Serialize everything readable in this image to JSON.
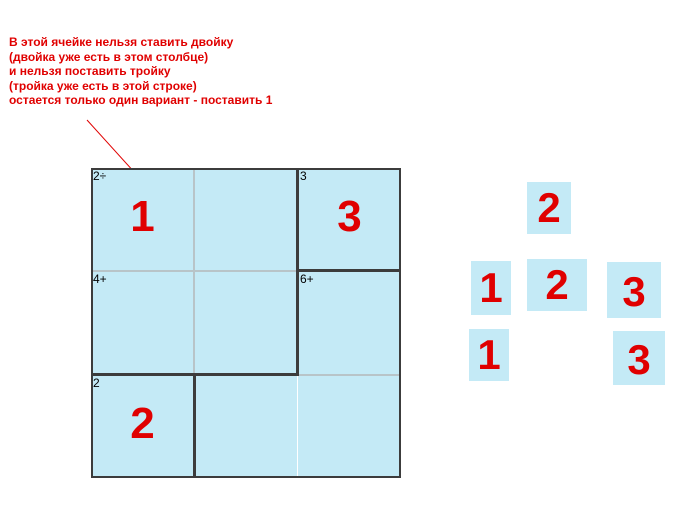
{
  "annotation": {
    "lines": [
      "В этой ячейке нельзя ставить двойку",
      "(двойка уже есть в этом столбце)",
      "и нельзя поставить тройку",
      "(тройка уже есть в этой строке)",
      "остается только один вариант - поставить 1"
    ]
  },
  "grid": {
    "cells": [
      {
        "clue": "2÷",
        "value": "1"
      },
      {
        "clue": "",
        "value": ""
      },
      {
        "clue": "3",
        "value": "3"
      },
      {
        "clue": "4+",
        "value": ""
      },
      {
        "clue": "",
        "value": ""
      },
      {
        "clue": "6+",
        "value": ""
      },
      {
        "clue": "2",
        "value": "2"
      },
      {
        "clue": "",
        "value": ""
      },
      {
        "clue": "",
        "value": ""
      }
    ]
  },
  "tiles": [
    "2",
    "1",
    "2",
    "3",
    "1",
    "3"
  ],
  "colors": {
    "cell_fill": "#c4eaf6",
    "digit": "#e00000",
    "annotation_text": "#e00000",
    "cage_border": "#3c3c3c",
    "inner_line": "#b8c4c8"
  }
}
